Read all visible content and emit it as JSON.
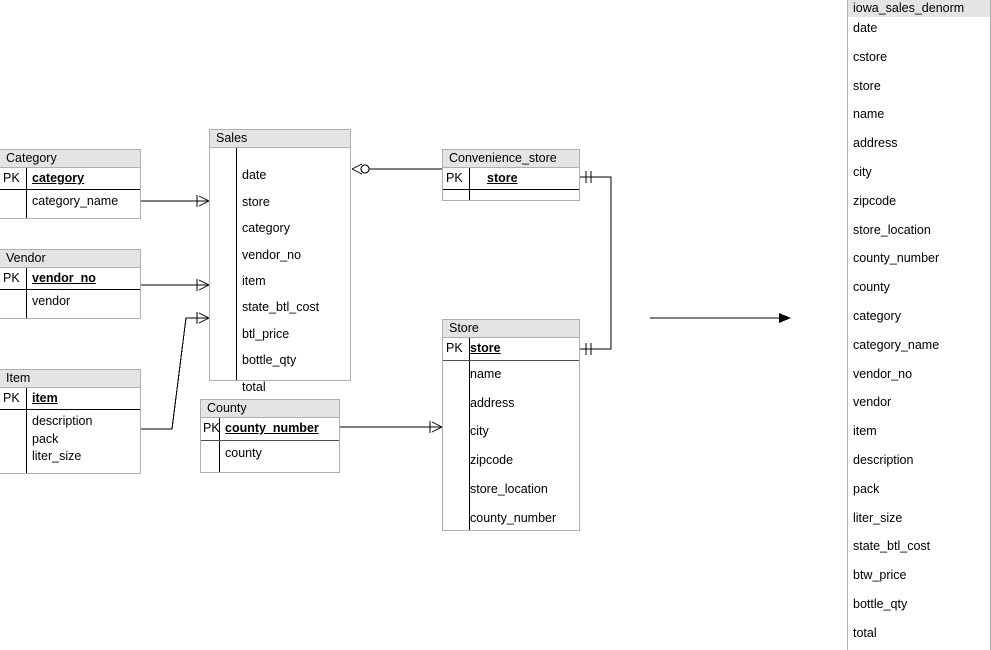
{
  "diagram": {
    "kind": "entity-relationship-diagram",
    "notation": "crows-foot",
    "colors": {
      "entity_header_fill": "#e4e4e4",
      "entity_border": "#b0b0b0",
      "line": "#000000",
      "pk_underline": "#4d4d4d",
      "page_background": "#ffffff"
    }
  },
  "entities": [
    {
      "id": "category",
      "title": "Category",
      "pk_label": "PK",
      "pk_field": "category",
      "attributes": [
        "category_name"
      ]
    },
    {
      "id": "vendor",
      "title": "Vendor",
      "pk_label": "PK",
      "pk_field": "vendor_no",
      "attributes": [
        "vendor"
      ]
    },
    {
      "id": "item",
      "title": "Item",
      "pk_label": "PK",
      "pk_field": "item",
      "attributes": [
        "description",
        "pack",
        "liter_size"
      ]
    },
    {
      "id": "sales",
      "title": "Sales",
      "pk_label": "",
      "pk_field": "",
      "attributes": [
        "date",
        "store",
        "category",
        "vendor_no",
        "item",
        "state_btl_cost",
        "btl_price",
        "bottle_qty",
        "total"
      ]
    },
    {
      "id": "county",
      "title": "County",
      "pk_label": "PK",
      "pk_field": "county_number",
      "attributes": [
        "county"
      ]
    },
    {
      "id": "convenience_store",
      "title": "Convenience_store",
      "pk_label": "PK",
      "pk_field": "store",
      "attributes": []
    },
    {
      "id": "store",
      "title": "Store",
      "pk_label": "PK",
      "pk_field": "store",
      "attributes": [
        "name",
        "address",
        "city",
        "zipcode",
        "store_location",
        "county_number"
      ]
    }
  ],
  "relationships": [
    {
      "id": "category-sales",
      "from": "category",
      "to": "sales",
      "from_card": "one",
      "to_card": "many"
    },
    {
      "id": "vendor-sales",
      "from": "vendor",
      "to": "sales",
      "from_card": "one",
      "to_card": "many"
    },
    {
      "id": "item-sales",
      "from": "item",
      "to": "sales",
      "from_card": "one",
      "to_card": "many"
    },
    {
      "id": "sales-convenience_store",
      "from": "sales",
      "to": "convenience_store",
      "from_card": "zero-or-many",
      "to_card": "one"
    },
    {
      "id": "convenience_store-store",
      "from": "convenience_store",
      "to": "store",
      "from_card": "one",
      "to_card": "one"
    },
    {
      "id": "county-store",
      "from": "county",
      "to": "store",
      "from_card": "one",
      "to_card": "many"
    }
  ],
  "transform_arrow": {
    "name": "denormalization-arrow",
    "direction": "right"
  },
  "denorm": {
    "title": "iowa_sales_denorm",
    "columns": [
      "date",
      "cstore",
      "store",
      "name",
      "address",
      "city",
      "zipcode",
      "store_location",
      "county_number",
      "county",
      "category",
      "category_name",
      "vendor_no",
      "vendor",
      "item",
      "description",
      "pack",
      "liter_size",
      "state_btl_cost",
      "btw_price",
      "bottle_qty",
      "total"
    ]
  }
}
